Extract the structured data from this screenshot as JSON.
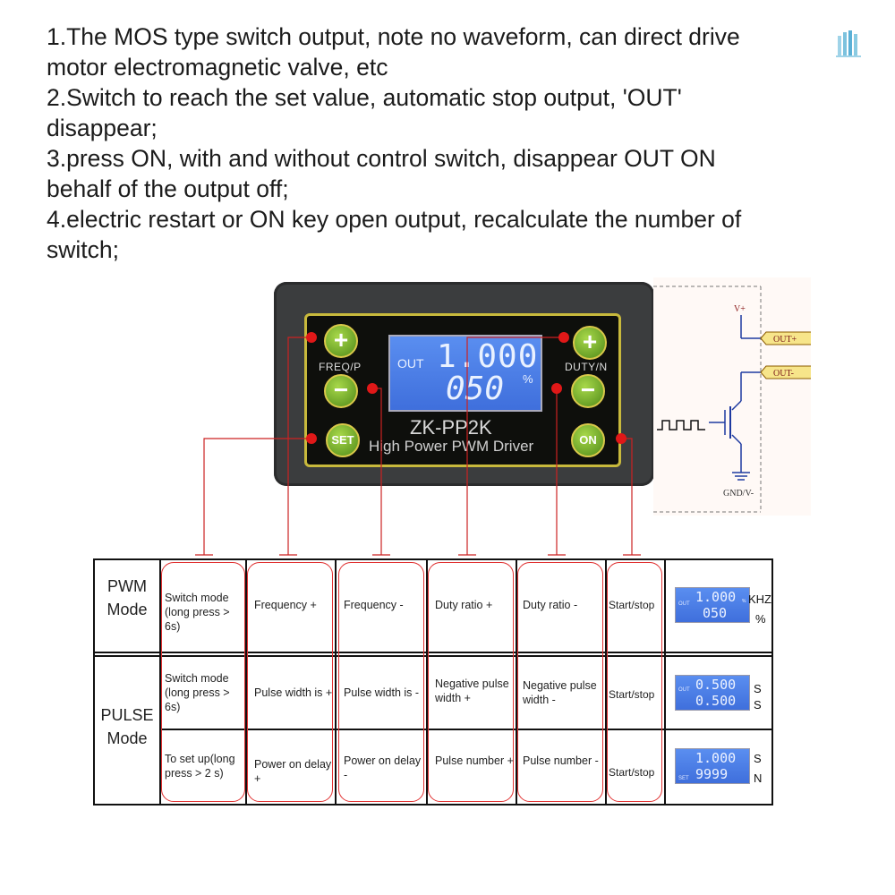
{
  "notes": [
    "1.The MOS type switch output, note no waveform, can direct drive",
    "motor electromagnetic valve, etc",
    "2.Switch to reach the set value, automatic stop output, 'OUT'",
    "disappear;",
    "3.press ON, with and without control switch, disappear OUT ON",
    "behalf of the output off;",
    "4.electric restart or ON key open output, recalculate the number of",
    "switch;"
  ],
  "device": {
    "lcd_label": "OUT",
    "lcd_line1": "1.000",
    "lcd_line2": "050",
    "lcd_unit": "%",
    "freq_label": "FREQ/P",
    "duty_label": "DUTY/N",
    "btn_plus": "+",
    "btn_minus": "−",
    "btn_set": "SET",
    "btn_on": "ON",
    "model": "ZK-PP2K",
    "subtitle": "High Power PWM Driver"
  },
  "circuit": {
    "vplus": "V+",
    "out_plus": "OUT+",
    "out_minus": "OUT-",
    "gnd": "GND/V-"
  },
  "table": {
    "pwm_mode": [
      "PWM",
      "Mode"
    ],
    "pulse_mode": [
      "PULSE",
      "Mode"
    ],
    "pwm_row": {
      "switch": "Switch mode (long press > 6s)",
      "freq_plus": "Frequency +",
      "freq_minus": "Frequency -",
      "duty_plus": "Duty ratio +",
      "duty_minus": "Duty ratio -",
      "start": "Start/stop",
      "lcd_label": "OUT",
      "lcd1": "1.000",
      "lcd2": "050",
      "lcd_pct": "%",
      "unit1": "KHZ",
      "unit2": "%"
    },
    "pulse_row1": {
      "switch": "Switch mode (long press > 6s)",
      "freq_plus": "Pulse width is +",
      "freq_minus": "Pulse width is -",
      "duty_plus": "Negative pulse width +",
      "duty_minus": "Negative pulse width -",
      "start": "Start/stop",
      "lcd_label": "OUT",
      "lcd1": "0.500",
      "lcd2": "0.500",
      "unit1": "S",
      "unit2": "S"
    },
    "pulse_row2": {
      "switch": "To set up(long press > 2 s)",
      "freq_plus": "Power on delay +",
      "freq_minus": "Power on delay -",
      "duty_plus": "Pulse number +",
      "duty_minus": "Pulse number -",
      "start": "Start/stop",
      "lcd_label": "SET",
      "lcd1": "1.000",
      "lcd2": "9999",
      "unit1": "S",
      "unit2": "N"
    }
  },
  "colors": {
    "highlight": "#e03030",
    "lcd": "#4a7de6",
    "button": "#6aaa22",
    "panel_trim": "#c8b93c"
  }
}
